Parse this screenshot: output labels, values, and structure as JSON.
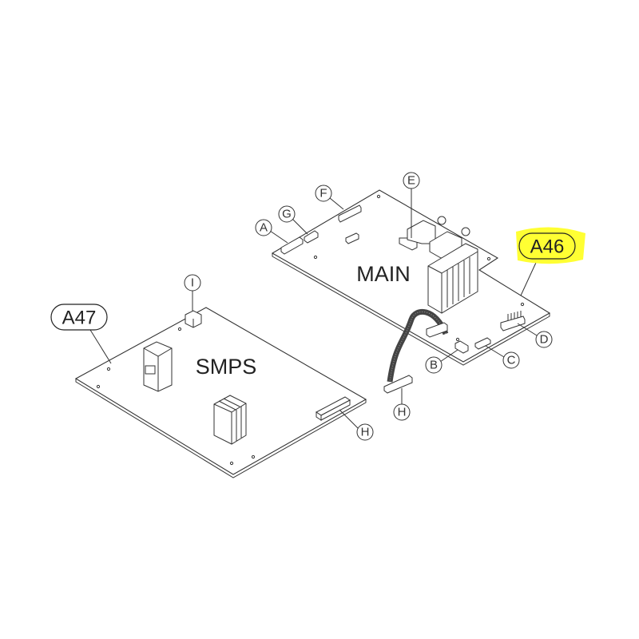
{
  "boards": {
    "main": {
      "label": "MAIN",
      "part_ref": "A46",
      "highlight_color": "#ffff33"
    },
    "smps": {
      "label": "SMPS",
      "part_ref": "A47"
    }
  },
  "callouts": {
    "a": "A",
    "b": "B",
    "c": "C",
    "d": "D",
    "e": "E",
    "f": "F",
    "g": "G",
    "h_cable": "H",
    "h_smps": "H",
    "i": "I"
  }
}
